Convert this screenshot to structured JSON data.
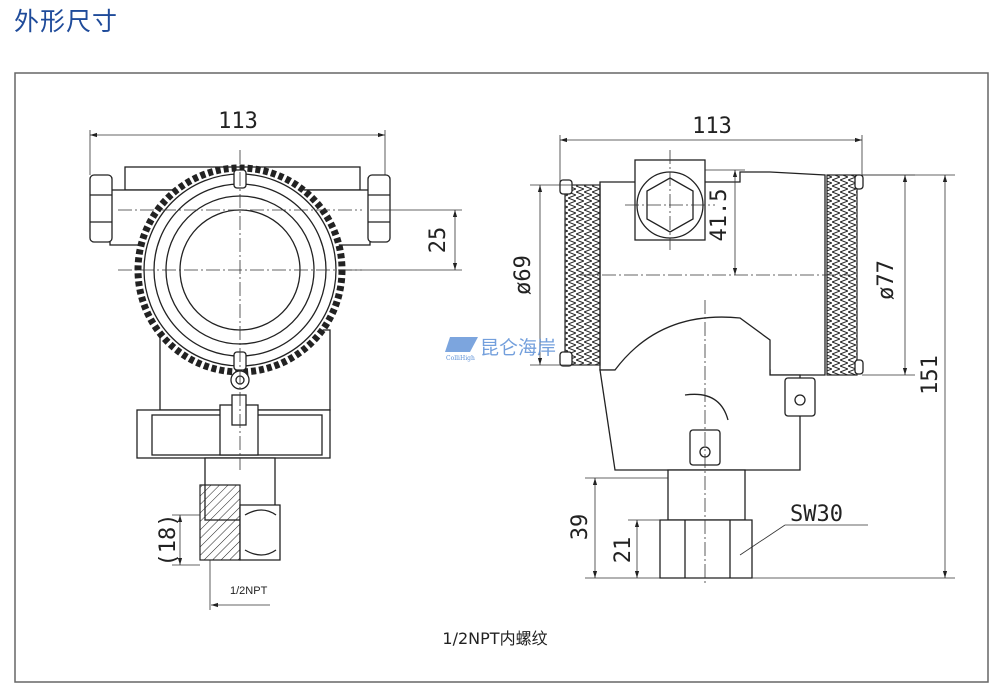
{
  "title": "外形尺寸",
  "dimensions": {
    "front_width": "113",
    "side_width": "113",
    "offset": "25",
    "port_height": "41.5",
    "dia_69": "ø69",
    "dia_77": "ø77",
    "total_height": "151",
    "neck_height": "39",
    "nut_height": "21",
    "wrench": "SW30",
    "thread_depth": "(18)",
    "thread_label": "1/2NPT"
  },
  "caption": "1/2NPT内螺纹",
  "watermark": {
    "text": "昆仑海岸",
    "sub": "ColliHigh"
  },
  "colors": {
    "title": "#1f4b9a",
    "watermark": "#5b8fd6"
  }
}
